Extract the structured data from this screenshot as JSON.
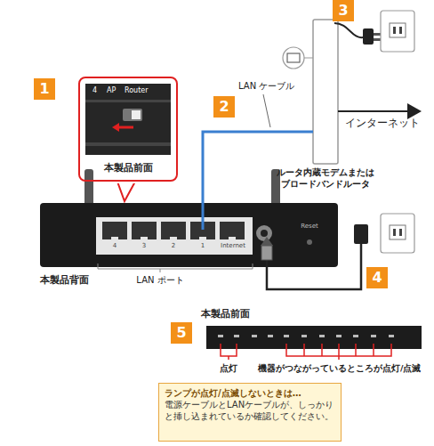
{
  "diagram": {
    "nodes": [
      {
        "text": [
          "4",
          "AP",
          "Router",
          "本製品前面"
        ]
      },
      {
        "text": [
          "本製品背面"
        ]
      },
      {
        "text": [
          "ルータ内蔵モデムまたは ブロードバンドルータ"
        ]
      },
      {
        "text": [
          "本製品前面"
        ]
      },
      {
        "text": [
          "ランプが点灯/点滅しないときは…",
          "電源ケーブルとLANケーブルが、しっかりと挿し込まれているか確認してください。"
        ]
      }
    ],
    "edges": [
      {
        "from": 1,
        "to": 2,
        "arrow": "none",
        "label": "LAN ケーブル"
      }
    ],
    "labels": [
      "1",
      "2",
      "3",
      "4",
      "5",
      "4",
      "3",
      "2",
      "1",
      "Internet",
      "Reset",
      "LAN ポート",
      "インターネット",
      "点灯",
      "機器がつながっているところが点灯/点滅"
    ]
  }
}
